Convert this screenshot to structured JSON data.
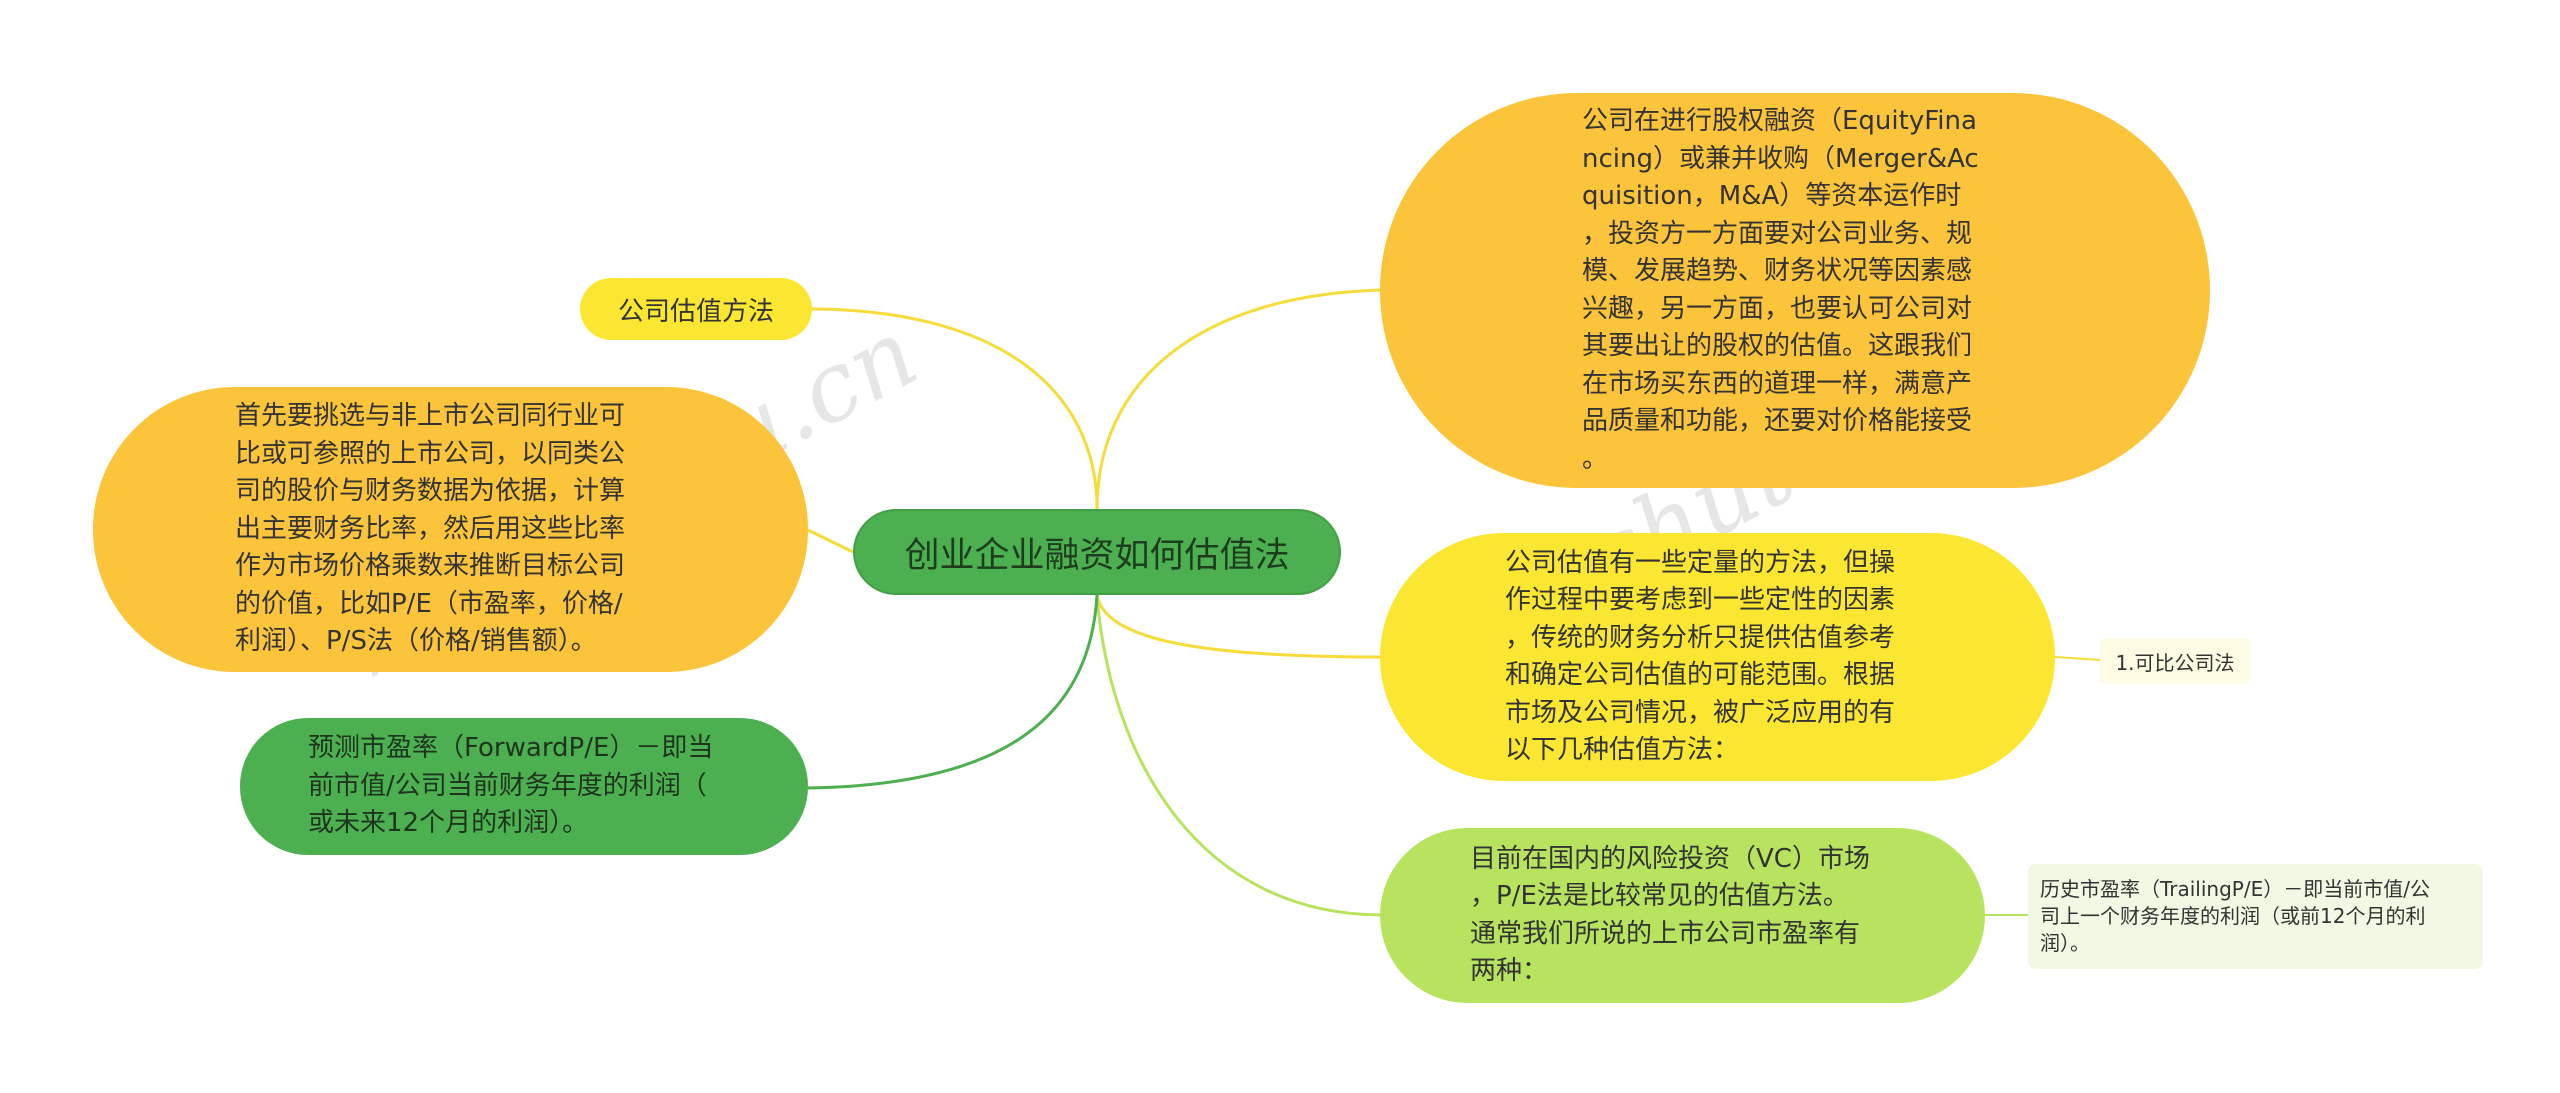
{
  "colors": {
    "center": "#4caf50",
    "orange": "#fbc43a",
    "yellow": "#fbe732",
    "lime": "#b7e35e",
    "green": "#4caf50",
    "link_yellow": "#f5dc3a",
    "link_green": "#4caf50",
    "link_lime": "#b7e35e"
  },
  "watermark": "树图 shutu.cn",
  "center": {
    "text": "创业企业融资如何估值法"
  },
  "right": {
    "top": {
      "text": "公司在进行股权融资（EquityFina\nncing）或兼并收购（Merger&Ac\nquisition，M&A）等资本运作时\n，投资方一方面要对公司业务、规\n模、发展趋势、财务状况等因素感\n兴趣，另一方面，也要认可公司对\n其要出让的股权的估值。这跟我们\n在市场买东西的道理一样，满意产\n品质量和功能，还要对价格能接受\n。"
    },
    "middle": {
      "text": "公司估值有一些定量的方法，但操\n作过程中要考虑到一些定性的因素\n，传统的财务分析只提供估值参考\n和确定公司估值的可能范围。根据\n市场及公司情况，被广泛应用的有\n以下几种估值方法："
    },
    "middle_child": {
      "text": "1.可比公司法"
    },
    "low": {
      "text": "目前在国内的风险投资（VC）市场\n，P/E法是比较常见的估值方法。\n通常我们所说的上市公司市盈率有\n两种："
    },
    "low_child": {
      "text": "历史市盈率（TrailingP/E）－即当前市值/公\n司上一个财务年度的利润（或前12个月的利\n润）。"
    }
  },
  "left": {
    "method": {
      "text": "公司估值方法"
    },
    "comparable": {
      "text": "首先要挑选与非上市公司同行业可\n比或可参照的上市公司，以同类公\n司的股价与财务数据为依据，计算\n出主要财务比率，然后用这些比率\n作为市场价格乘数来推断目标公司\n的价值，比如P/E（市盈率，价格/\n利润）、P/S法（价格/销售额）。"
    },
    "forward": {
      "text": "预测市盈率（ForwardP/E）－即当\n前市值/公司当前财务年度的利润（\n或未来12个月的利润）。"
    }
  }
}
